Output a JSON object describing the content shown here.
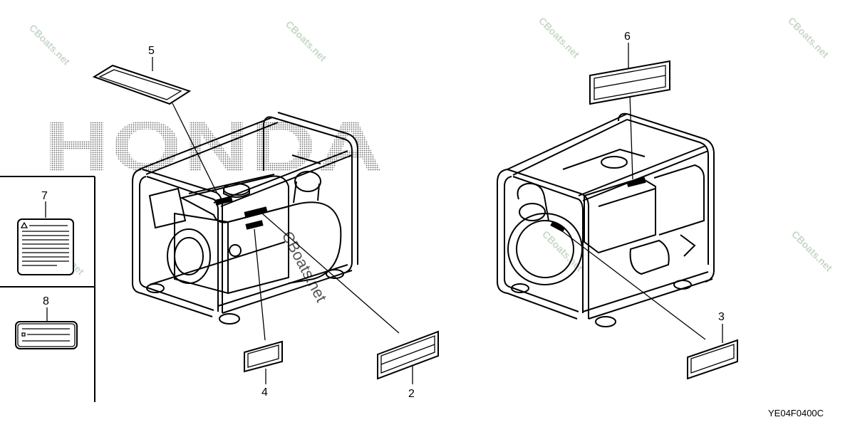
{
  "brand_watermark": "HONDA",
  "site_watermark": "CBoats.net",
  "diagram_code": "YE04F0400C",
  "callouts": {
    "c2": "2",
    "c3": "3",
    "c4": "4",
    "c5": "5",
    "c6": "6",
    "c7": "7",
    "c8": "8"
  }
}
